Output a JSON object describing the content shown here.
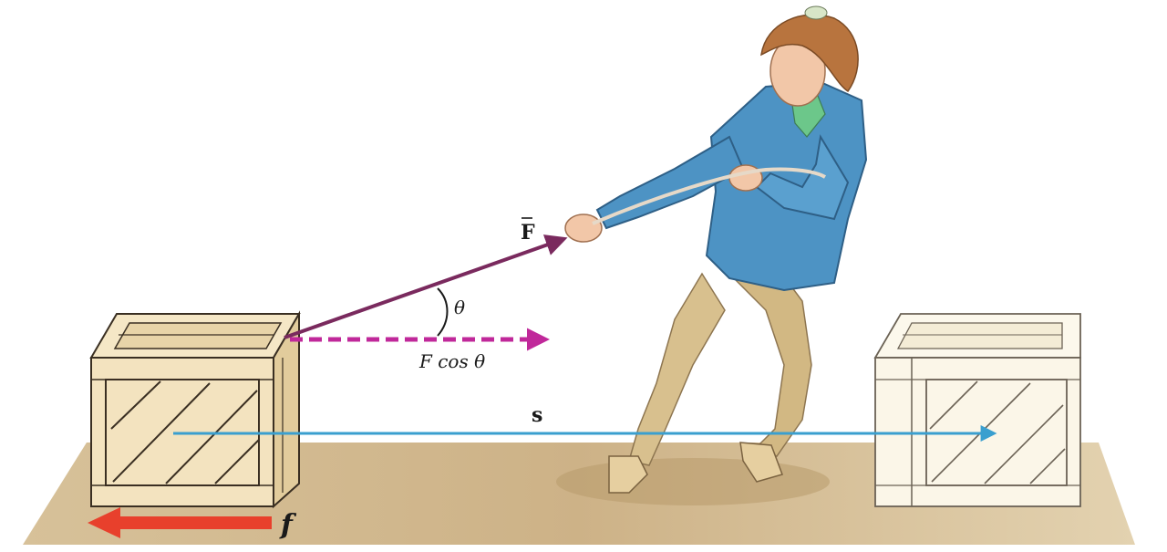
{
  "labels": {
    "force": "F",
    "angle": "θ",
    "horizontal_component": "F cos θ",
    "displacement": "s",
    "friction": "f"
  },
  "colors": {
    "floor": "#d9c4a0",
    "crate": "#f3e3bf",
    "crate_outline": "#3a2f22",
    "crate_faded": "#fbf6e8",
    "rope": "#7a2a5e",
    "component_dashed": "#c0289a",
    "displacement_arrow": "#3a9fcf",
    "friction_arrow": "#e8402c",
    "jacket": "#4d93c4",
    "pants": "#d8c08e",
    "hair": "#b8743e",
    "skin": "#f2c7a8",
    "shirt": "#6cc78a"
  }
}
